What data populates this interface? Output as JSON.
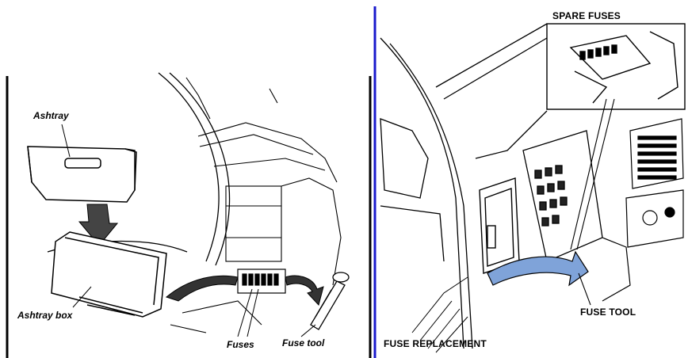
{
  "left_panel": {
    "labels": {
      "ashtray": "Ashtray",
      "ashtray_box": "Ashtray box",
      "fuses": "Fuses",
      "fuse_tool": "Fuse tool"
    }
  },
  "right_panel": {
    "labels": {
      "spare_fuses": "SPARE FUSES",
      "fuse_tool": "FUSE TOOL",
      "fuse_replacement": "FUSE REPLACEMENT"
    }
  },
  "colors": {
    "line": "#000000",
    "left_divider": "#000000",
    "right_divider": "#1a1acc",
    "fuse_tool_arrow": "#7fa3d9"
  }
}
